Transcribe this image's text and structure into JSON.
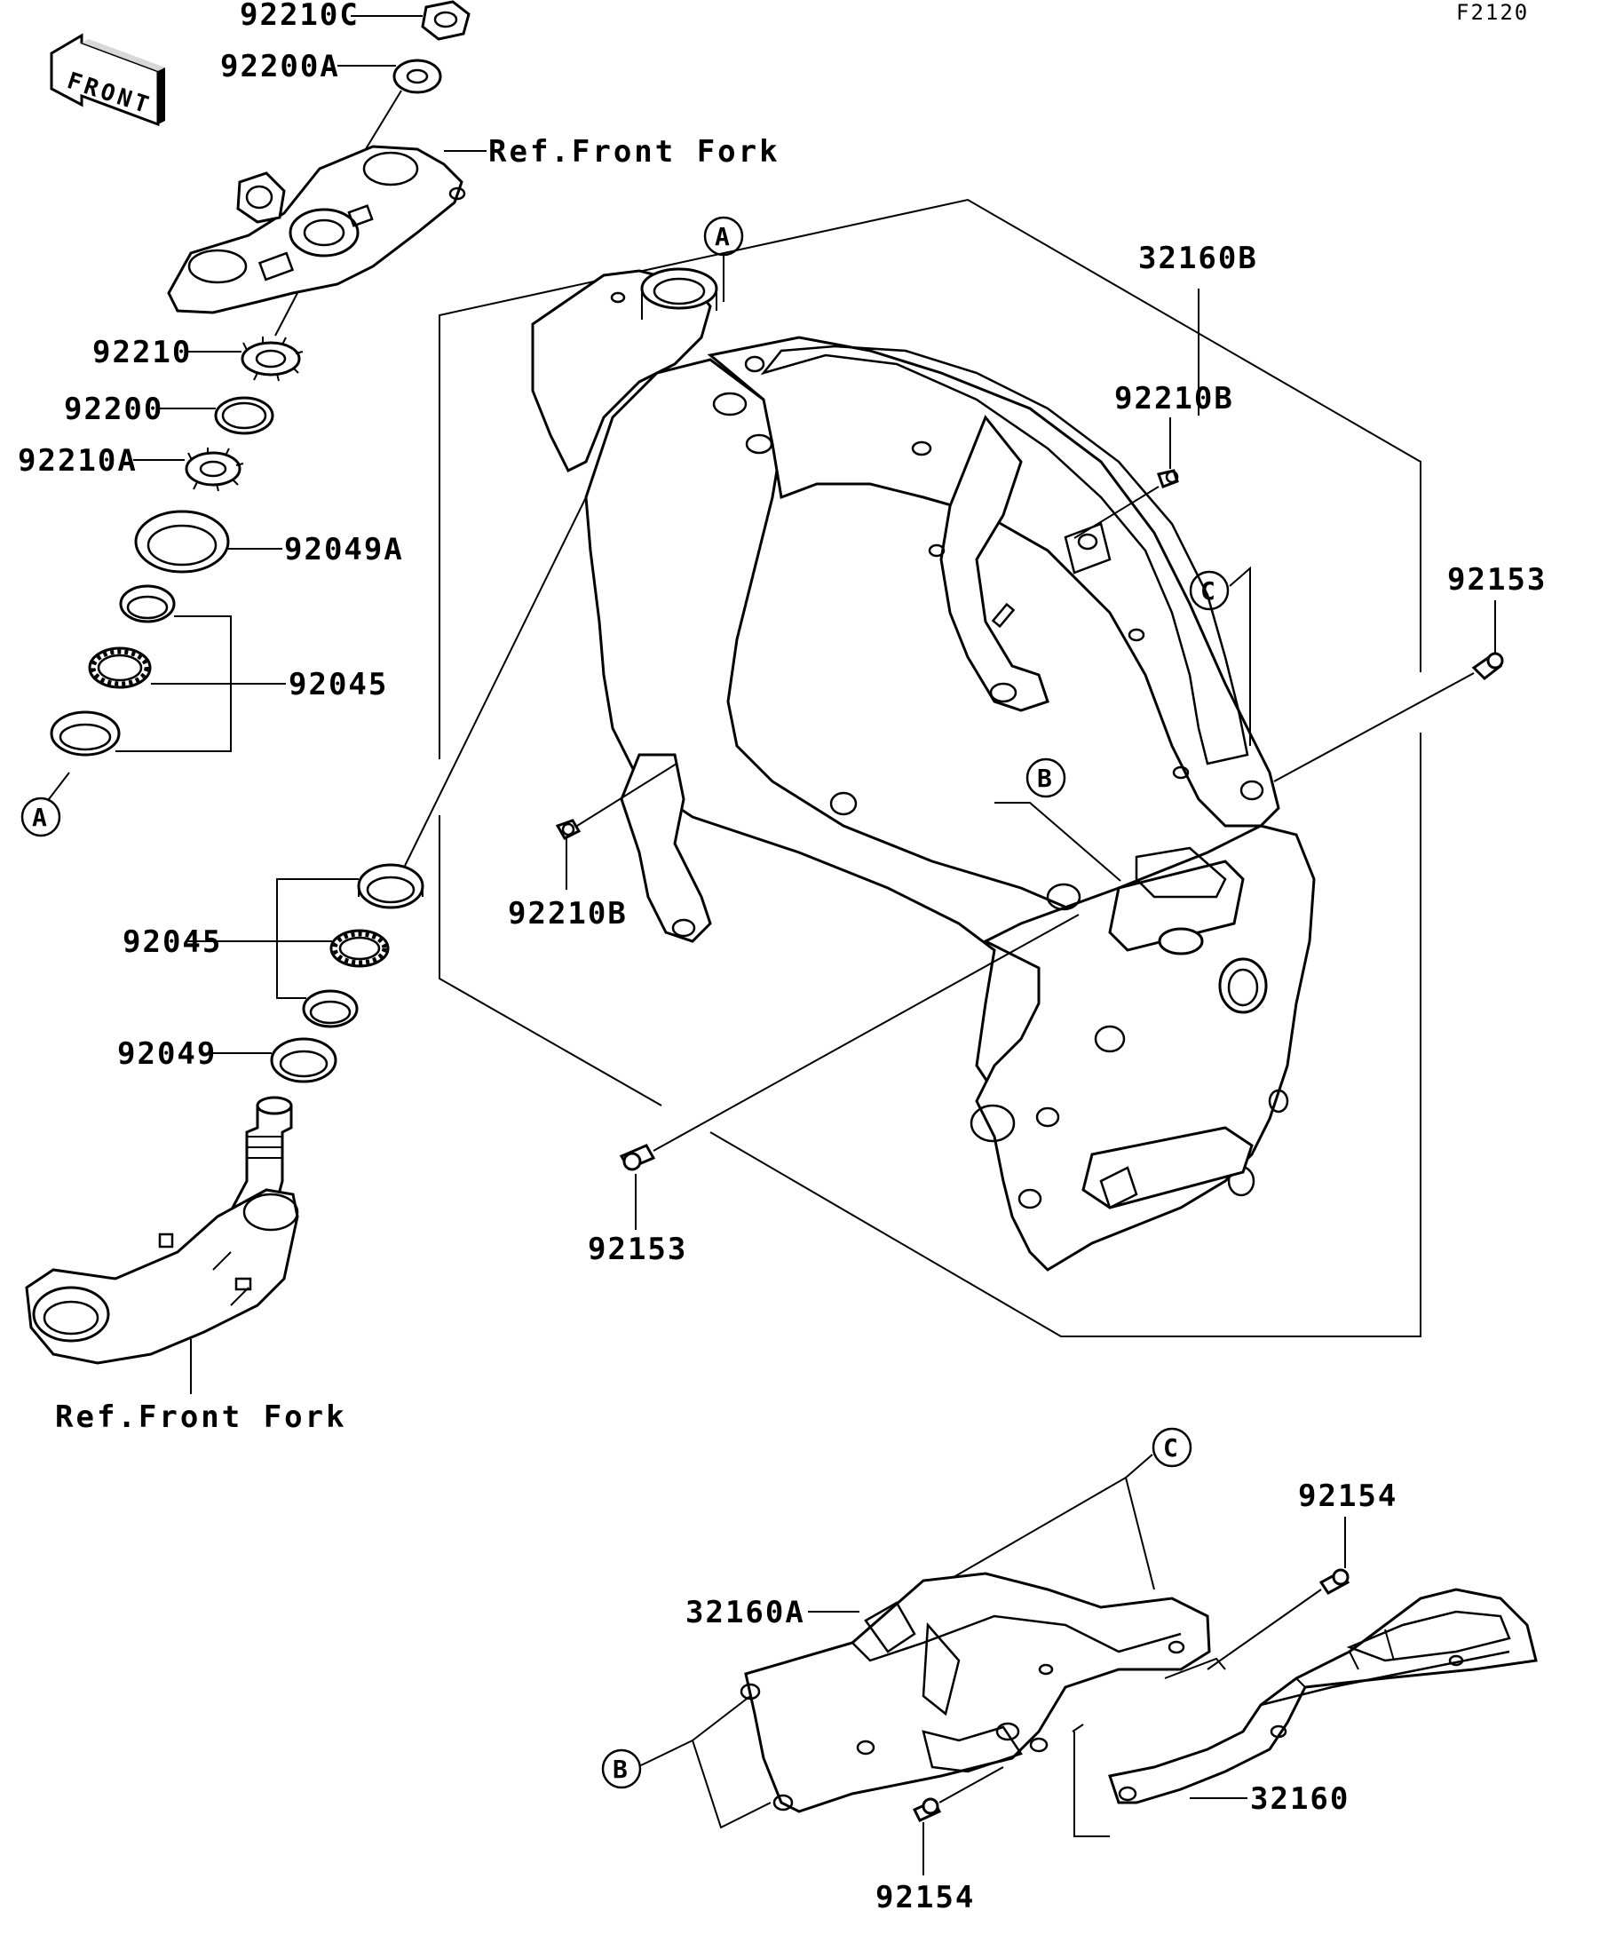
{
  "diagram_code": "F2120",
  "front_label": "FRONT",
  "parts": {
    "p92210C": "92210C",
    "p92200A": "92200A",
    "p92210": "92210",
    "p92200": "92200",
    "p92210A": "92210A",
    "p92049A": "92049A",
    "p92045_upper": "92045",
    "p92045_lower": "92045",
    "p92049": "92049",
    "p92153_left": "92153",
    "p92153_right": "92153",
    "p92210B_left": "92210B",
    "p92210B_right": "92210B",
    "p32160B": "32160B",
    "p32160A": "32160A",
    "p32160": "32160",
    "p92154_top": "92154",
    "p92154_bottom": "92154"
  },
  "references": {
    "upper_fork": "Ref.Front Fork",
    "lower_fork": "Ref.Front Fork"
  },
  "callouts": {
    "a_frame": "A",
    "a_bearing": "A",
    "b_frame": "B",
    "b_subframe": "B",
    "c_frame": "C",
    "c_subframe": "C"
  }
}
